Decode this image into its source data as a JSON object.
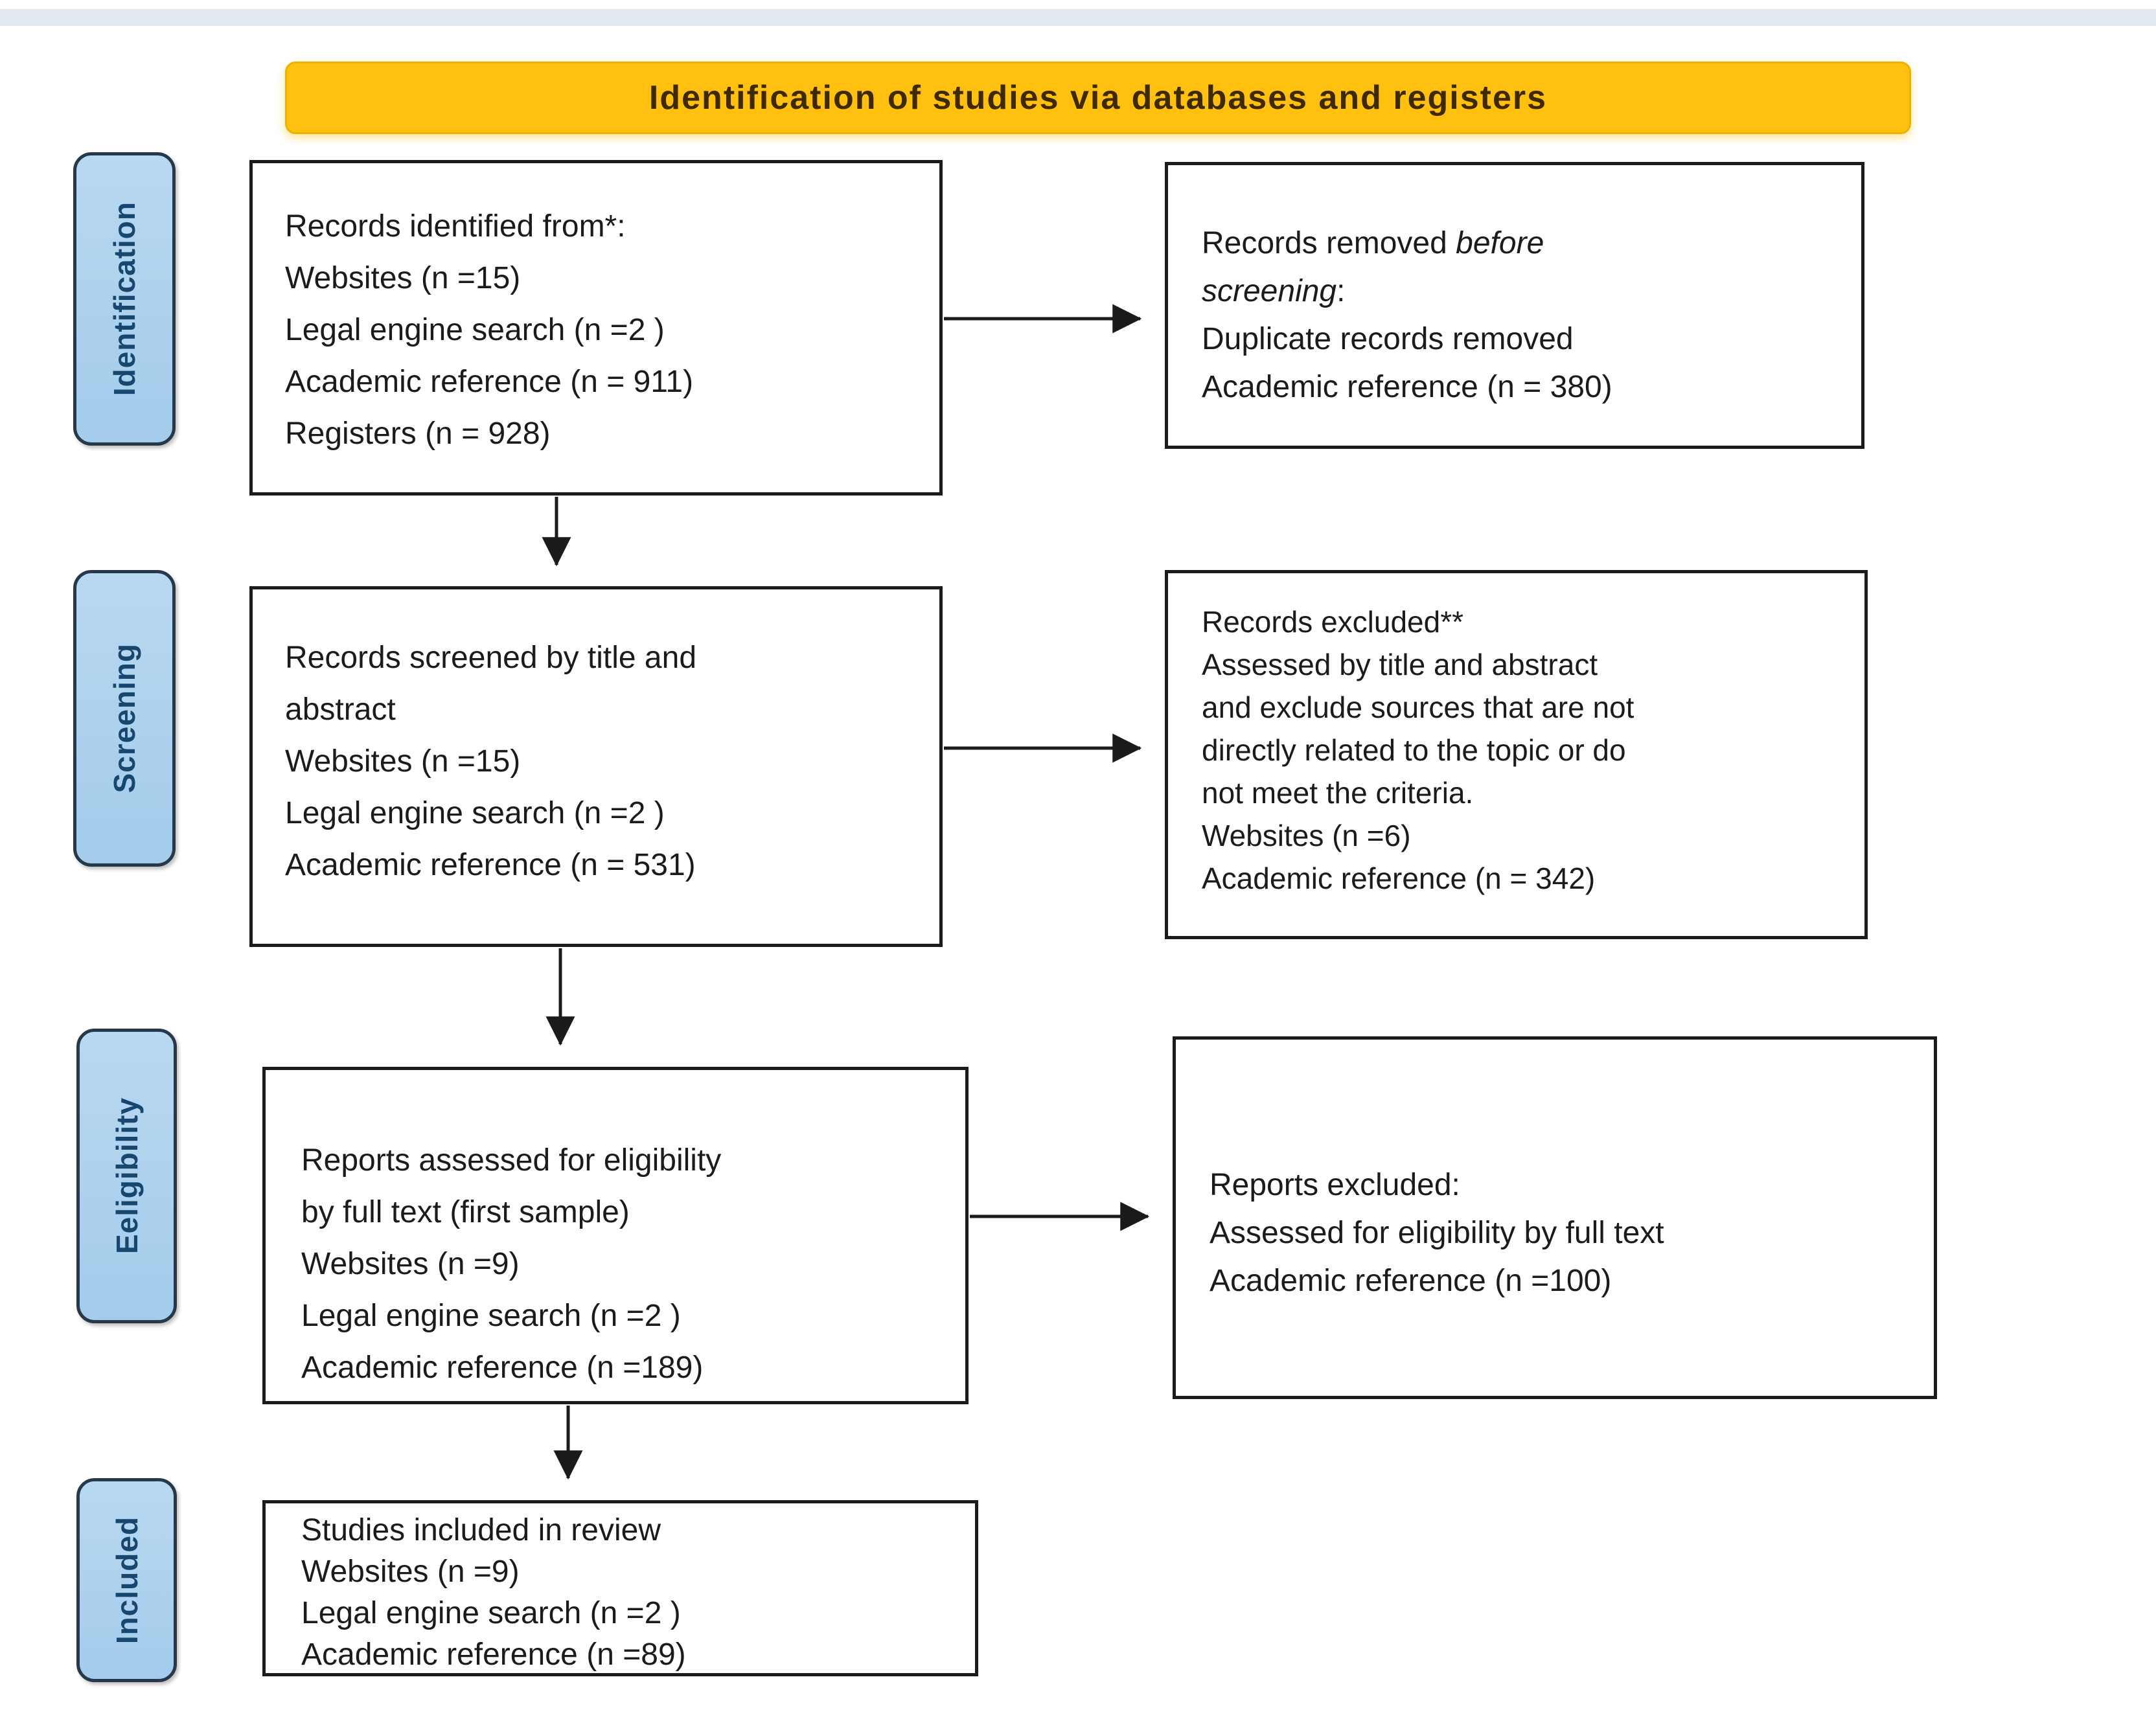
{
  "banner": {
    "title": "Identification of studies via databases and registers"
  },
  "colors": {
    "banner_bg": "#ffc010",
    "banner_text": "#3f2a00",
    "stage_bg": "#aed2ee",
    "stage_text": "#17466e",
    "box_border": "#1b1b1b",
    "arrow": "#1b1b1b"
  },
  "stages": [
    {
      "label": "Identification"
    },
    {
      "label": "Screening"
    },
    {
      "label": "Eeligibility"
    },
    {
      "label": "Included"
    }
  ],
  "boxes": {
    "identified": {
      "lines": [
        "Records identified from*:",
        "Websites (n =15)",
        "Legal engine search (n =2 )",
        "Academic reference (n = 911)",
        "Registers (n = 928)"
      ]
    },
    "removed": {
      "line1_normal": "Records removed ",
      "line1_italic": "before",
      "line2_italic": "screening",
      "line2_normal": ":",
      "line3": "Duplicate records removed",
      "line4": "Academic reference (n = 380)"
    },
    "screened": {
      "lines": [
        "Records screened by title and",
        "abstract",
        "Websites (n =15)",
        "Legal engine search (n =2 )",
        "Academic reference (n = 531)"
      ]
    },
    "excluded": {
      "lines": [
        "Records excluded**",
        "Assessed by title and abstract",
        "and exclude sources that are not",
        "directly related to the topic or do",
        "not meet  the criteria.",
        "Websites (n =6)",
        "Academic reference (n = 342)"
      ]
    },
    "assessed": {
      "lines": [
        "Reports assessed for eligibility",
        "by full text (first sample)",
        "Websites (n =9)",
        "Legal engine search (n =2 )",
        "Academic reference (n =189)"
      ]
    },
    "reports_excluded": {
      "lines": [
        "Reports excluded:",
        "Assessed for eligibility by full text",
        "Academic reference (n =100)"
      ]
    },
    "included": {
      "lines": [
        "Studies included in review",
        "Websites (n =9)",
        "Legal engine search (n =2 )",
        "Academic reference (n =89)"
      ]
    }
  }
}
